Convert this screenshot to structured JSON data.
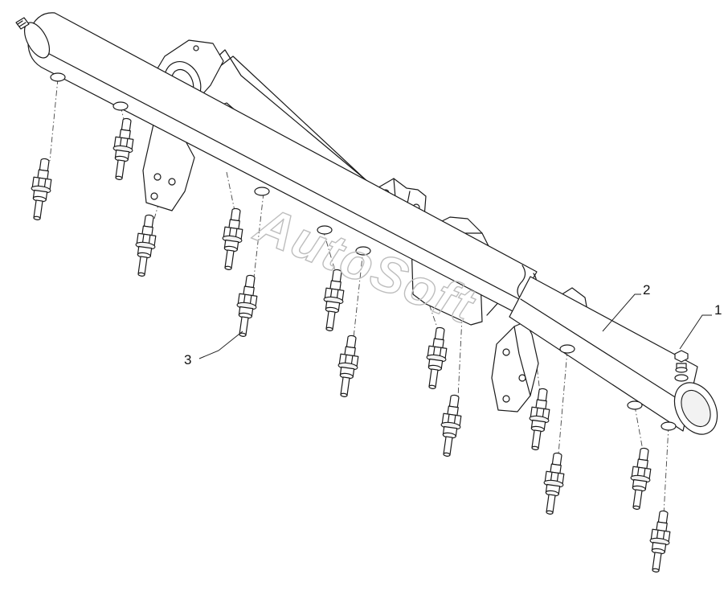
{
  "diagram": {
    "watermark": "AutoSoft",
    "callouts": [
      {
        "id": "1",
        "label": "1"
      },
      {
        "id": "2",
        "label": "2"
      },
      {
        "id": "3",
        "label": "3"
      }
    ]
  }
}
